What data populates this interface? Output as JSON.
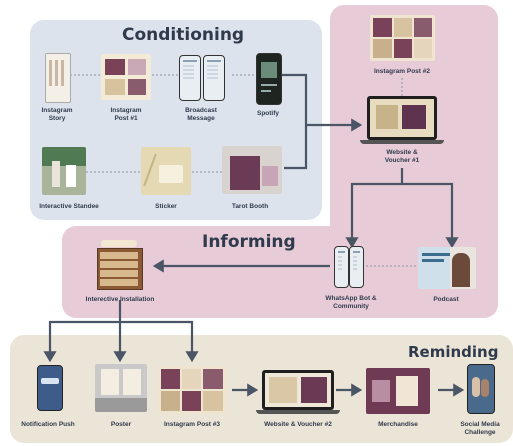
{
  "sections": {
    "conditioning": "Conditioning",
    "informing": "Informing",
    "reminding": "Reminding"
  },
  "nodes": {
    "instagram_story": "Instagram\nStory",
    "instagram_post_1": "Instagram\nPost #1",
    "broadcast_message": "Broadcast\nMessage",
    "spotify": "Spotify",
    "interactive_standee": "Interactive Standee",
    "sticker": "Sticker",
    "tarot_booth": "Tarot Booth",
    "instagram_post_2": "Instagram Post #2",
    "website_voucher_1": "Website &\nVoucher #1",
    "whatsapp_bot": "WhatsApp Bot &\nCommunity",
    "podcast": "Podcast",
    "interactive_installation": "Interective Installation",
    "notification_push": "Notification Push",
    "poster": "Poster",
    "instagram_post_3": "Instagram Post #3",
    "website_voucher_2": "Website & Voucher #2",
    "merchandise": "Merchandise",
    "social_media_challenge": "Social Media\nChallenge"
  },
  "colors": {
    "conditioning_bg": "#dde3ec",
    "informing_bg": "#e7ccd8",
    "reminding_bg": "#ebe5d7",
    "connector": "#4a5566",
    "title": "#2f3a4c"
  }
}
